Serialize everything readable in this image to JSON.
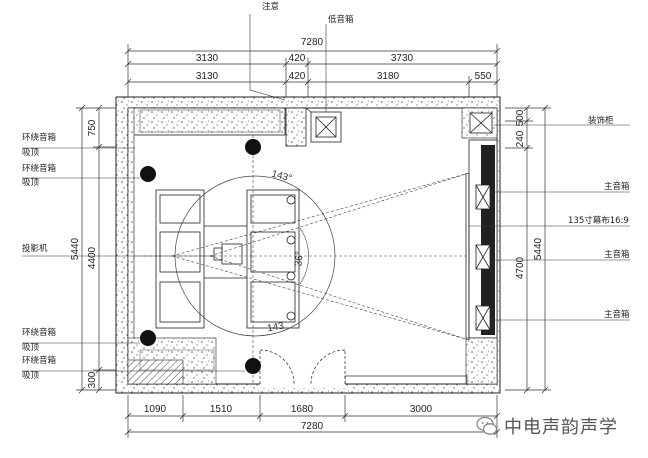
{
  "dimensions": {
    "top_total": "7280",
    "top_upper": [
      "3130",
      "420",
      "3730"
    ],
    "top_lower": [
      "3130",
      "420",
      "3180",
      "550"
    ],
    "bottom": [
      "1090",
      "1510",
      "1680",
      "3000"
    ],
    "bottom_total": "7280",
    "left_total": "5440",
    "left_parts": [
      "750",
      "4400",
      "300"
    ],
    "right_total": "5440",
    "right_parts": [
      "240",
      "500",
      "4700"
    ]
  },
  "labels": {
    "note": "注意",
    "subwoofer": "低音箱",
    "decor_cabinet": "装饰柜",
    "surround_1": "环绕音箱",
    "ceiling_1": "吸顶",
    "surround_2": "环绕音箱",
    "ceiling_2": "吸顶",
    "projector": "投影机",
    "surround_3": "环绕音箱",
    "ceiling_3": "吸顶",
    "surround_4": "环绕音箱",
    "ceiling_4": "吸顶",
    "main_1": "主音箱",
    "screen": "135寸幕布16:9",
    "main_2": "主音箱",
    "main_3": "主音箱"
  },
  "angles": {
    "top": "143°",
    "mid": "36°",
    "bottom": "143"
  },
  "watermark": "中电声韵声学"
}
